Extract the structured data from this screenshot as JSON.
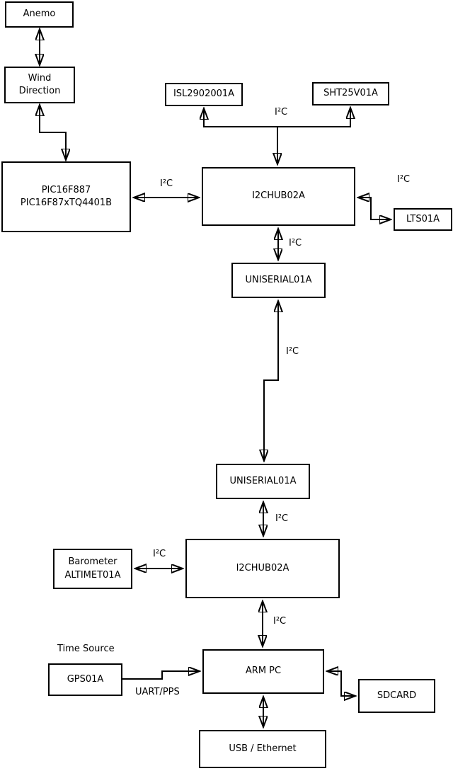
{
  "diagram": {
    "type": "block-diagram",
    "description": "Weather-station hardware wiring diagram, black boxes and arrows on white"
  },
  "colors": {
    "line": "#000000",
    "background": "#ffffff",
    "box_fill": "#ffffff",
    "text": "#000000"
  },
  "boxes": {
    "anemo": {
      "label": "Anemo"
    },
    "wind": {
      "label": "Wind\nDirection"
    },
    "pic": {
      "label": "PIC16F887\nPIC16F87xTQ4401B"
    },
    "isl": {
      "label": "ISL2902001A"
    },
    "sht": {
      "label": "SHT25V01A"
    },
    "hub1": {
      "label": "I2CHUB02A"
    },
    "lts": {
      "label": "LTS01A"
    },
    "uniserial1": {
      "label": "UNISERIAL01A"
    },
    "uniserial2": {
      "label": "UNISERIAL01A"
    },
    "hub2": {
      "label": "I2CHUB02A"
    },
    "barometer": {
      "label": "Barometer\nALTIMET01A"
    },
    "gps": {
      "label": "GPS01A"
    },
    "armpc": {
      "label": "ARM PC"
    },
    "sdcard": {
      "label": "SDCARD"
    },
    "usb": {
      "label": "USB / Ethernet"
    }
  },
  "labels": {
    "time_source": "Time Source"
  },
  "connections": [
    {
      "from": "Anemo",
      "to": "Wind Direction",
      "bidirectional": true,
      "label": ""
    },
    {
      "from": "Wind Direction",
      "to": "PIC16F887 PIC16F87xTQ4401B",
      "bidirectional": true,
      "label": ""
    },
    {
      "from": "PIC16F887 PIC16F87xTQ4401B",
      "to": "I2CHUB02A",
      "bidirectional": true,
      "label": "I²C"
    },
    {
      "from": "I2CHUB02A",
      "to": "ISL2902001A + SHT25V01A",
      "bidirectional": false,
      "label": "I²C"
    },
    {
      "from": "I2CHUB02A",
      "to": "LTS01A",
      "bidirectional": true,
      "label": "I²C"
    },
    {
      "from": "I2CHUB02A",
      "to": "UNISERIAL01A (upper)",
      "bidirectional": true,
      "label": "I²C"
    },
    {
      "from": "UNISERIAL01A (upper)",
      "to": "UNISERIAL01A (lower)",
      "bidirectional": true,
      "label": "I²C"
    },
    {
      "from": "UNISERIAL01A (lower)",
      "to": "I2CHUB02A (lower)",
      "bidirectional": true,
      "label": "I²C"
    },
    {
      "from": "Barometer ALTIMET01A",
      "to": "I2CHUB02A (lower)",
      "bidirectional": true,
      "label": "I²C"
    },
    {
      "from": "I2CHUB02A (lower)",
      "to": "ARM PC",
      "bidirectional": true,
      "label": "I²C"
    },
    {
      "from": "GPS01A",
      "to": "ARM PC",
      "bidirectional": false,
      "label": "UART/PPS"
    },
    {
      "from": "ARM PC",
      "to": "SDCARD",
      "bidirectional": true,
      "label": ""
    },
    {
      "from": "ARM PC",
      "to": "USB / Ethernet",
      "bidirectional": true,
      "label": ""
    }
  ]
}
